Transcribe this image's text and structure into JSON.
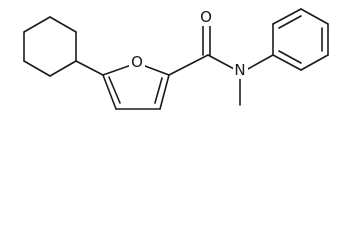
{
  "atoms": {
    "ring_oxygen": "O",
    "carbonyl_oxygen": "O",
    "amide_nitrogen": "N"
  }
}
